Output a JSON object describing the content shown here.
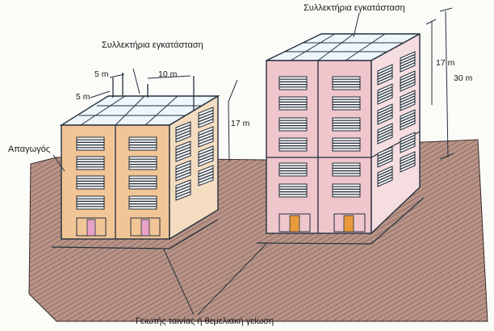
{
  "labels": {
    "collector_left": "Συλλεκτήρια εγκατάσταση",
    "collector_right": "Συλλεκτήρια εγκατάσταση",
    "conductor": "Απαγωγός",
    "grounding": "Γειωτής ταινίας ή θεμελιακή γείωση"
  },
  "dimensions": {
    "left_grid_top": "5 m",
    "left_grid_side": "5 m",
    "left_width": "10 m",
    "left_height": "17 m",
    "right_height_upper": "17 m",
    "right_height_total": "30 m"
  },
  "colors": {
    "ground": "#b89488",
    "ground_hatch": "#6e4a42",
    "left_building_front": "#f2c597",
    "left_building_side": "#f4dcc0",
    "right_building_front": "#efc6cc",
    "right_building_side": "#f5dde0",
    "roof": "#eef6fb",
    "outline": "#23303e",
    "door": "#e89a3a",
    "door_pink": "#e7a2c8"
  }
}
